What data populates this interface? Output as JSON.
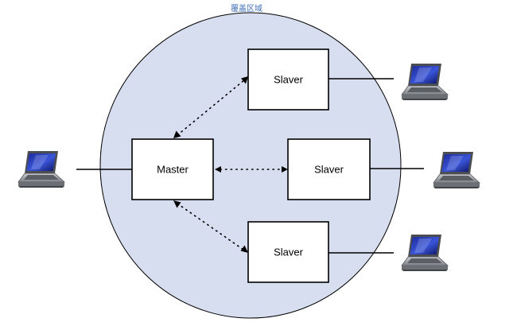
{
  "coverage": {
    "label": "覆盖区域",
    "fill_color": "#d7deef",
    "stroke_color": "#000000",
    "label_color": "#3f6fb5"
  },
  "nodes": {
    "master": {
      "label": "Master"
    },
    "slave_top": {
      "label": "Slaver"
    },
    "slave_middle": {
      "label": "Slaver"
    },
    "slave_bottom": {
      "label": "Slaver"
    }
  },
  "links": [
    {
      "from": "master",
      "to": "slave_top",
      "style": "dotted",
      "arrows": "both"
    },
    {
      "from": "master",
      "to": "slave_middle",
      "style": "dotted",
      "arrows": "both"
    },
    {
      "from": "master",
      "to": "slave_bottom",
      "style": "dotted",
      "arrows": "both"
    }
  ],
  "laptops": [
    {
      "attached_to": "master",
      "icon": "laptop-icon"
    },
    {
      "attached_to": "slave_top",
      "icon": "laptop-icon"
    },
    {
      "attached_to": "slave_middle",
      "icon": "laptop-icon"
    },
    {
      "attached_to": "slave_bottom",
      "icon": "laptop-icon"
    }
  ]
}
